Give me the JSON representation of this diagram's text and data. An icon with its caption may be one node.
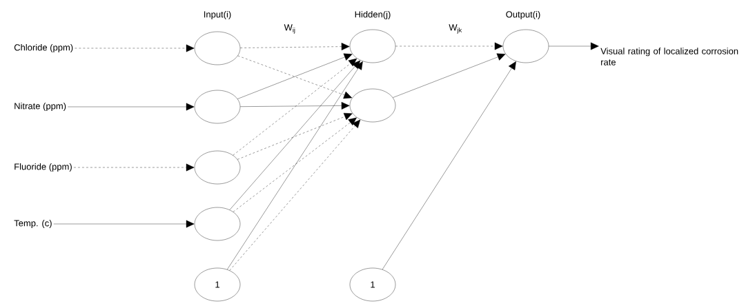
{
  "diagram": {
    "nodes": [
      {
        "text": [
          "Chloride (ppm)"
        ]
      },
      {
        "text": [
          "Nitrate (ppm)"
        ]
      },
      {
        "text": [
          "Fluoride (ppm)"
        ]
      },
      {
        "text": [
          "Temp. (c)"
        ]
      },
      {
        "text": [],
        "shape": "circle"
      },
      {
        "text": [],
        "shape": "circle"
      },
      {
        "text": [],
        "shape": "circle"
      },
      {
        "text": [],
        "shape": "circle"
      },
      {
        "text": [
          "1"
        ]
      },
      {
        "text": [],
        "shape": "circle"
      },
      {
        "text": [],
        "shape": "circle"
      },
      {
        "text": [],
        "shape": "circle"
      },
      {
        "text": [
          "1"
        ]
      },
      {
        "text": [
          "Visual rating of localized corrosion rate"
        ]
      }
    ],
    "edges": [
      {
        "from": 0,
        "to": 4,
        "arrow": "to",
        "style": "dashed"
      },
      {
        "from": 1,
        "to": 5,
        "arrow": "to"
      },
      {
        "from": 2,
        "to": 6,
        "arrow": "to",
        "style": "dashed"
      },
      {
        "from": 3,
        "to": 7,
        "arrow": "to"
      },
      {
        "from": 4,
        "to": 9,
        "arrow": "to",
        "style": "dashed"
      },
      {
        "from": 4,
        "to": 10,
        "arrow": "to",
        "style": "dashed"
      },
      {
        "from": 5,
        "to": 9,
        "arrow": "to"
      },
      {
        "from": 5,
        "to": 10,
        "arrow": "to"
      },
      {
        "from": 6,
        "to": 9,
        "arrow": "to",
        "style": "dashed"
      },
      {
        "from": 6,
        "to": 10,
        "arrow": "to",
        "style": "dashed"
      },
      {
        "from": 7,
        "to": 9,
        "arrow": "to"
      },
      {
        "from": 7,
        "to": 10,
        "arrow": "to",
        "style": "dashed"
      },
      {
        "from": 8,
        "to": 9,
        "arrow": "to"
      },
      {
        "from": 8,
        "to": 10,
        "arrow": "to",
        "style": "dashed"
      },
      {
        "from": 9,
        "to": 11,
        "arrow": "to",
        "style": "dashed"
      },
      {
        "from": 10,
        "to": 11,
        "arrow": "to"
      },
      {
        "from": 12,
        "to": 11,
        "arrow": "to"
      },
      {
        "from": 11,
        "to": 13,
        "arrow": "to"
      }
    ],
    "labels": [
      "Input(i)",
      "W$_{ij}$",
      "Hidden(j)",
      "W$_{jk}$",
      "Output(i)"
    ]
  }
}
